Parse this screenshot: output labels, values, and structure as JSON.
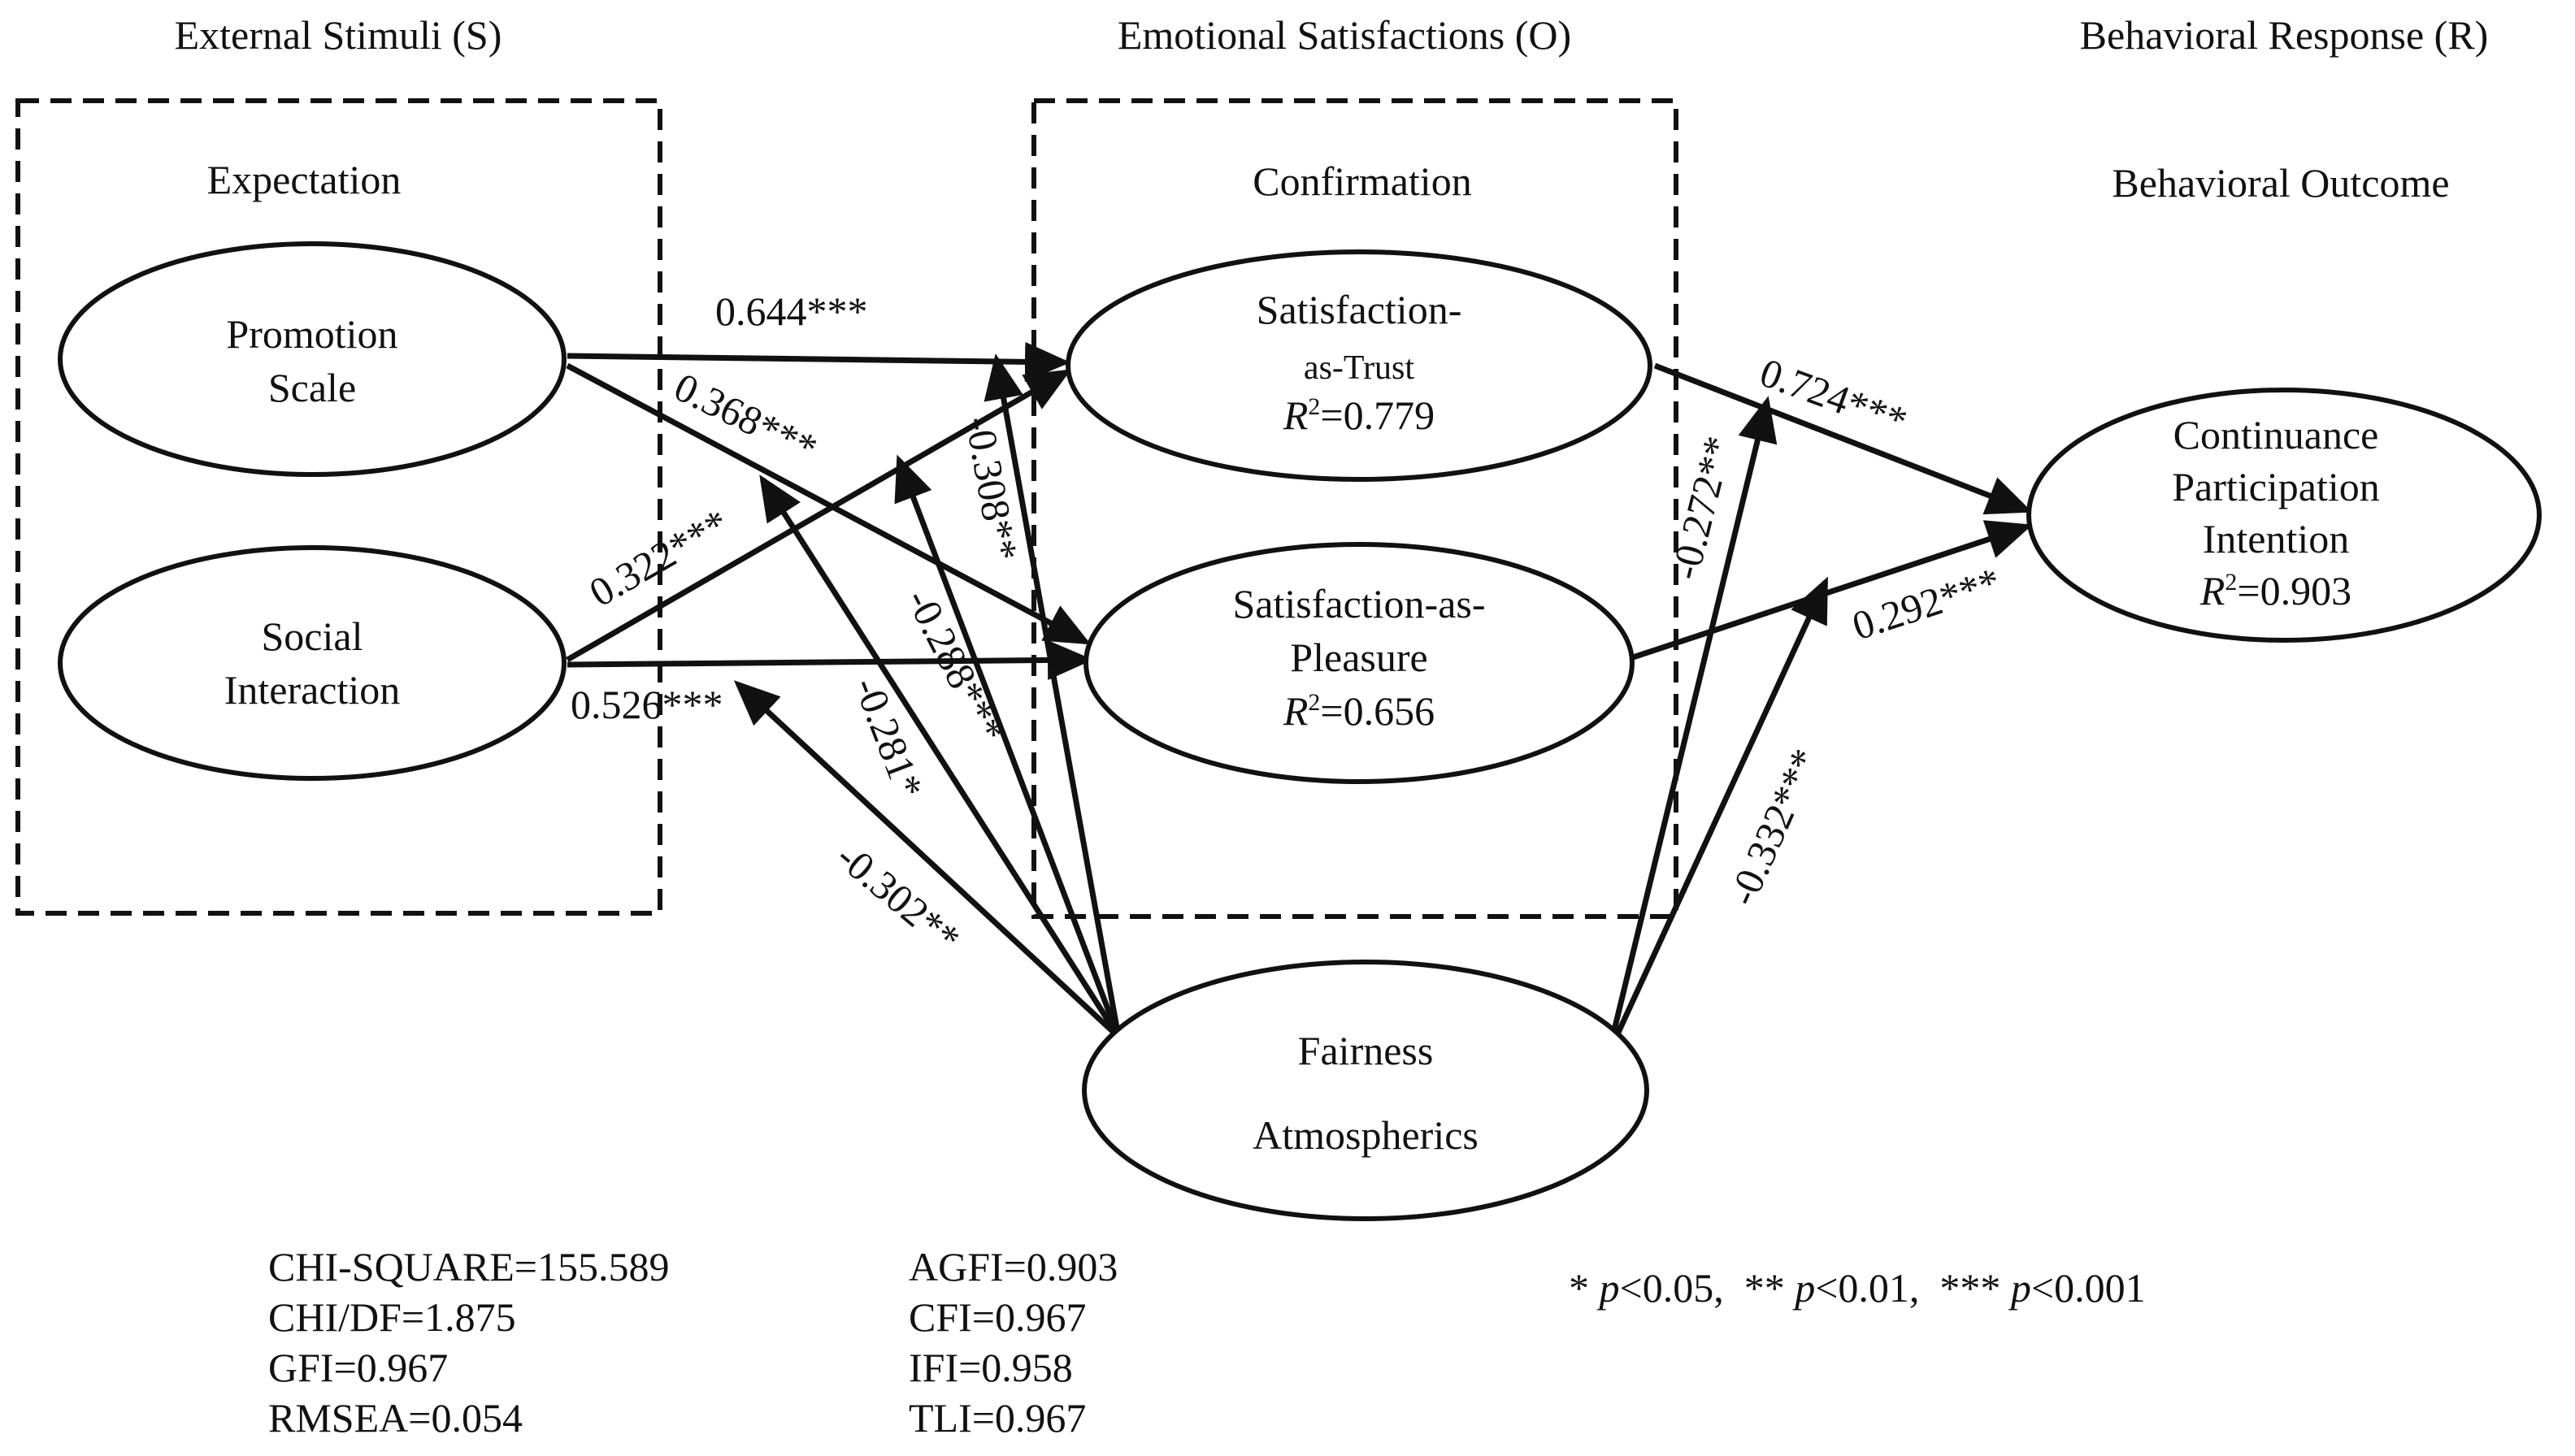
{
  "headers": {
    "stimuli": "External Stimuli (S)",
    "organism": "Emotional Satisfactions (O)",
    "response": "Behavioral Response (R)"
  },
  "groups": {
    "expectation": "Expectation",
    "confirmation": "Confirmation",
    "outcome": "Behavioral Outcome"
  },
  "nodes": {
    "promotion": {
      "line1": "Promotion",
      "line2": "Scale"
    },
    "social": {
      "line1": "Social",
      "line2": "Interaction"
    },
    "trust": {
      "line1": "Satisfaction-",
      "line2": "as-Trust",
      "r2_symbol": "R",
      "r2_sup": "2",
      "r2_value": "=0.779"
    },
    "pleasure": {
      "line1": "Satisfaction-as-",
      "line2": "Pleasure",
      "r2_symbol": "R",
      "r2_sup": "2",
      "r2_value": "=0.656"
    },
    "continuance": {
      "line1": "Continuance",
      "line2": "Participation",
      "line3": "Intention",
      "r2_symbol": "R",
      "r2_sup": "2",
      "r2_value": "=0.903"
    },
    "fairness": {
      "line1": "Fairness",
      "line2": "Atmospherics"
    }
  },
  "paths": {
    "promotion_trust": "0.644***",
    "promotion_pleasure": "0.368***",
    "social_trust": "0.322***",
    "social_pleasure": "0.526***",
    "fairness_trust": "-0.308**",
    "fairness_promotion": "-0.288***",
    "fairness_pleasure": "-0.281*",
    "fairness_social": "-0.302**",
    "trust_continuance": "0.724***",
    "pleasure_continuance": "0.292***",
    "fairness_trust_continuance": "-0.272**",
    "fairness_continuance": "-0.332***"
  },
  "fit_left": [
    "CHI-SQUARE=155.589",
    "CHI/DF=1.875",
    "GFI=0.967",
    "RMSEA=0.054"
  ],
  "fit_right": [
    "AGFI=0.903",
    "CFI=0.967",
    "IFI=0.958",
    "TLI=0.967"
  ],
  "significance": {
    "s1": "* ",
    "p1": "p",
    "v1": "<0.05,  ** ",
    "p2": "p",
    "v2": "<0.01,  *** ",
    "p3": "p",
    "v3": "<0.001"
  }
}
